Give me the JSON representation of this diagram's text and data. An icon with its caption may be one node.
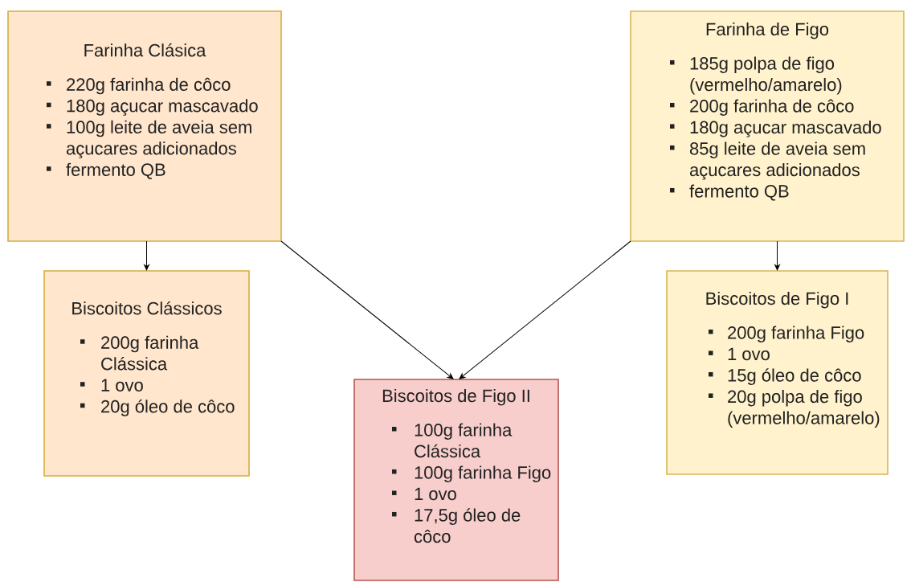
{
  "diagram": {
    "nodes": [
      {
        "text": [
          "Farinha Clásica",
          "220g farinha de côco",
          "180g açucar mascavado",
          "100g leite de aveia sem açucares adicionados",
          "fermento QB"
        ]
      },
      {
        "text": [
          "Farinha de Figo",
          "185g polpa de figo (vermelho/amarelo)",
          "200g farinha de côco",
          "180g açucar mascavado",
          "85g leite de aveia sem açucares adicionados",
          "fermento QB"
        ]
      },
      {
        "text": [
          "Biscoitos Clássicos",
          "200g farinha Clássica",
          "1 ovo",
          "20g óleo de côco"
        ]
      },
      {
        "text": [
          "Biscoitos de Figo I",
          "200g farinha Figo",
          "1 ovo",
          "15g óleo de côco",
          "20g polpa de figo (vermelho/amarelo)"
        ]
      },
      {
        "text": [
          "Biscoitos de Figo II",
          "100g farinha Clássica",
          "100g farinha Figo",
          "1 ovo",
          "17,5g óleo de côco"
        ]
      }
    ],
    "edges": [
      {
        "from": 0,
        "to": 2,
        "arrow": "to"
      },
      {
        "from": 0,
        "to": 4,
        "arrow": "to"
      },
      {
        "from": 1,
        "to": 4,
        "arrow": "to"
      },
      {
        "from": 1,
        "to": 3,
        "arrow": "to"
      }
    ]
  }
}
